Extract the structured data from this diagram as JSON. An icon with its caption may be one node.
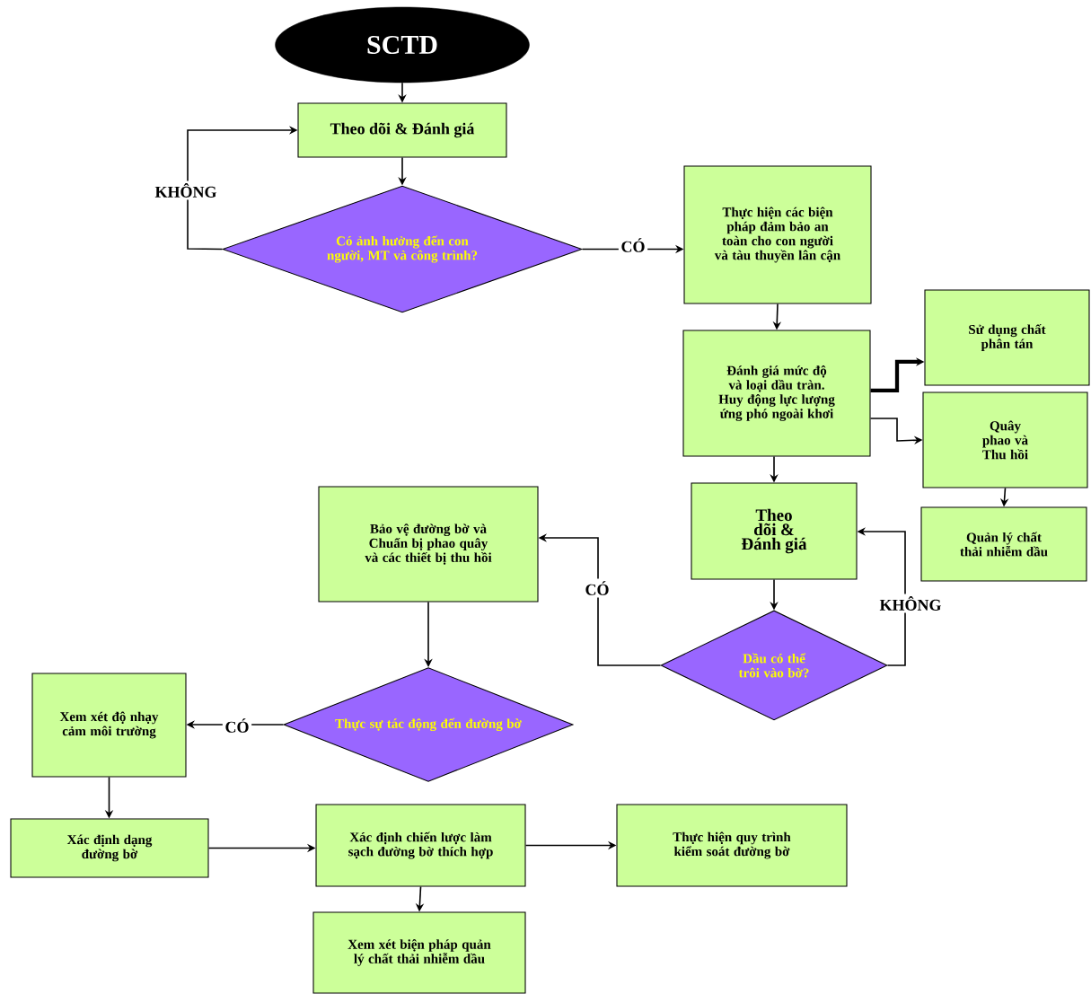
{
  "diagram": {
    "nodes": [
      {
        "text": [
          "SCTD"
        ]
      },
      {
        "text": [
          "Theo dõi & Đánh giá"
        ]
      },
      {
        "text": [
          "Có ảnh hưởng đến con người, MT và công trình?"
        ]
      },
      {
        "text": [
          "Thực hiện các biện pháp đảm bảo an toàn cho con người và tàu thuyền lân cận"
        ]
      },
      {
        "text": [
          "Đánh giá mức độ và loại dầu tràn. Huy động lực lượng ứng phó ngoài khơi"
        ]
      },
      {
        "text": [
          "Sử dụng chất phân tán"
        ]
      },
      {
        "text": [
          "Quây phao và Thu hồi"
        ]
      },
      {
        "text": [
          "Quản lý chất thải nhiễm dầu"
        ]
      },
      {
        "text": [
          "Theo dõi & Đánh giá"
        ]
      },
      {
        "text": [
          "Dầu có thể trôi vào bờ?"
        ]
      },
      {
        "text": [
          "Bảo vệ đường bờ và Chuẩn bị phao quây và các thiết bị thu hồi"
        ]
      },
      {
        "text": [
          "Thực sự tác động đến đường bờ"
        ]
      },
      {
        "text": [
          "Xem xét độ nhạy cảm môi trường"
        ]
      },
      {
        "text": [
          "Xác định dạng đường bờ"
        ]
      },
      {
        "text": [
          "Xác định chiến lược làm sạch đường bờ thích hợp"
        ]
      },
      {
        "text": [
          "Thực hiện quy trình kiểm soát đường bờ"
        ]
      },
      {
        "text": [
          "Xem xét biện pháp quản lý chất thải nhiễm dầu"
        ]
      }
    ],
    "edges": [
      {
        "from": 0,
        "to": 1,
        "arrow": "to"
      },
      {
        "from": 1,
        "to": 2,
        "arrow": "to"
      },
      {
        "from": 2,
        "to": 1,
        "arrow": "to",
        "label": "KHÔNG"
      },
      {
        "from": 2,
        "to": 3,
        "arrow": "to",
        "label": "CÓ"
      },
      {
        "from": 3,
        "to": 4,
        "arrow": "to"
      },
      {
        "from": 4,
        "to": 5,
        "arrow": "to",
        "style": "thick"
      },
      {
        "from": 4,
        "to": 6,
        "arrow": "to"
      },
      {
        "from": 6,
        "to": 7,
        "arrow": "to"
      },
      {
        "from": 4,
        "to": 8,
        "arrow": "to"
      },
      {
        "from": 8,
        "to": 9,
        "arrow": "to"
      },
      {
        "from": 9,
        "to": 10,
        "arrow": "to",
        "label": "CÓ"
      },
      {
        "from": 9,
        "to": 8,
        "arrow": "to",
        "label": "KHÔNG"
      },
      {
        "from": 10,
        "to": 11,
        "arrow": "to"
      },
      {
        "from": 11,
        "to": 12,
        "arrow": "to",
        "label": "CÓ"
      },
      {
        "from": 12,
        "to": 13,
        "arrow": "to"
      },
      {
        "from": 13,
        "to": 14,
        "arrow": "to"
      },
      {
        "from": 14,
        "to": 15,
        "arrow": "to"
      },
      {
        "from": 14,
        "to": 16,
        "arrow": "to"
      }
    ]
  }
}
